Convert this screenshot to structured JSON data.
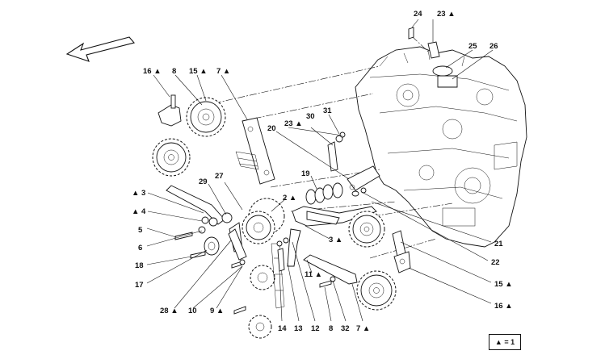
{
  "legend": {
    "text": "▲ = 1"
  },
  "labels": {
    "l24": "24",
    "l23a": "23 ▲",
    "l25": "25",
    "l26": "26",
    "l16a": "16 ▲",
    "l8a": "8",
    "l15a": "15 ▲",
    "l7a": "7 ▲",
    "l30": "30",
    "l31": "31",
    "l23b": "23 ▲",
    "l20": "20",
    "l19": "19",
    "l27": "27",
    "l29": "29",
    "l2": "2 ▲",
    "l3a": "▲ 3",
    "l4": "▲ 4",
    "l5": "5",
    "l6": "6",
    "l18": "18",
    "l17": "17",
    "l3b": "3 ▲",
    "l21": "21",
    "l22": "22",
    "l11": "11 ▲",
    "l15b": "15 ▲",
    "l16b": "16 ▲",
    "l28": "28 ▲",
    "l10": "10",
    "l9": "9 ▲",
    "l14": "14",
    "l13": "13",
    "l12": "12",
    "l8b": "8",
    "l32": "32",
    "l7b": "7 ▲"
  },
  "icons": {
    "direction_arrow": "front-direction-arrow-icon"
  }
}
